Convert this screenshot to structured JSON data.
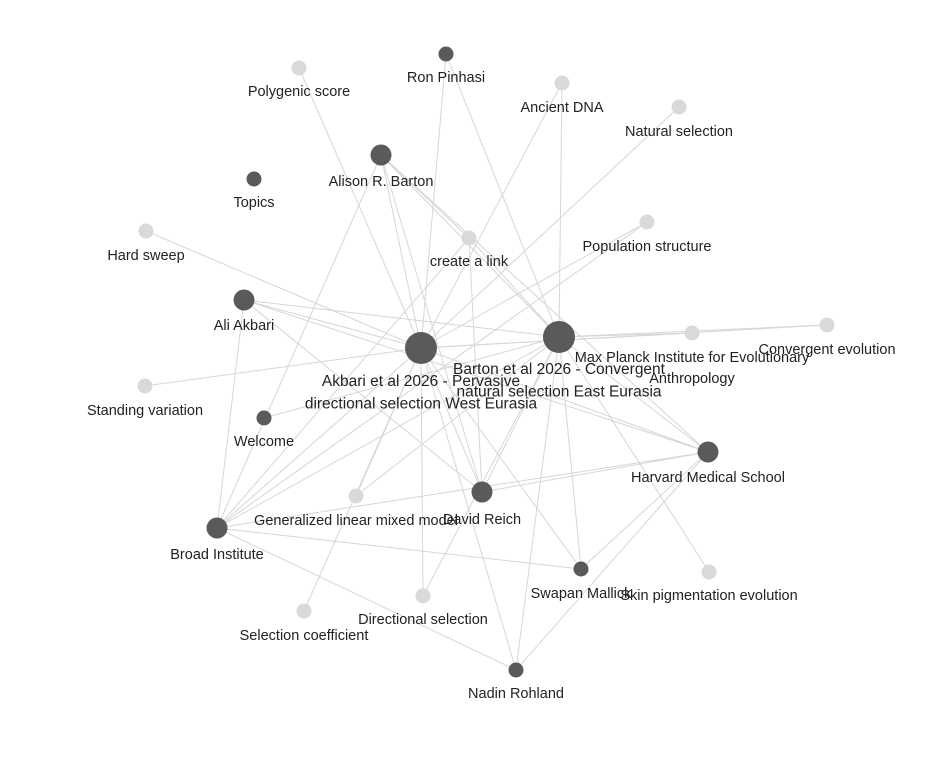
{
  "colors": {
    "page_node": "#5a5a5a",
    "tag_node": "#d9d9d9",
    "edge": "#d6d6d6",
    "label": "#222222",
    "background": "#ffffff"
  },
  "graph": {
    "nodes": [
      {
        "id": "akbari_paper",
        "label": "Akbari et al 2026 - Pervasive\ndirectional selection West Eurasia",
        "kind": "page",
        "size": "large"
      },
      {
        "id": "barton_paper",
        "label": "Barton et al 2026 - Convergent\nnatural selection East Eurasia",
        "kind": "page",
        "size": "large"
      },
      {
        "id": "ron_pinhasi",
        "label": "Ron Pinhasi",
        "kind": "page",
        "size": "small"
      },
      {
        "id": "alison_barton",
        "label": "Alison R. Barton",
        "kind": "page",
        "size": "medium"
      },
      {
        "id": "topics",
        "label": "Topics",
        "kind": "page",
        "size": "small"
      },
      {
        "id": "ali_akbari",
        "label": "Ali Akbari",
        "kind": "page",
        "size": "medium"
      },
      {
        "id": "welcome",
        "label": "Welcome",
        "kind": "page",
        "size": "small"
      },
      {
        "id": "broad",
        "label": "Broad Institute",
        "kind": "page",
        "size": "medium"
      },
      {
        "id": "david_reich",
        "label": "David Reich",
        "kind": "page",
        "size": "medium"
      },
      {
        "id": "harvard",
        "label": "Harvard Medical School",
        "kind": "page",
        "size": "medium"
      },
      {
        "id": "swapan",
        "label": "Swapan Mallick",
        "kind": "page",
        "size": "small"
      },
      {
        "id": "nadin",
        "label": "Nadin Rohland",
        "kind": "page",
        "size": "small"
      },
      {
        "id": "polygenic",
        "label": "Polygenic score",
        "kind": "tag",
        "size": "small"
      },
      {
        "id": "ancient_dna",
        "label": "Ancient DNA",
        "kind": "tag",
        "size": "small"
      },
      {
        "id": "natural_selection",
        "label": "Natural selection",
        "kind": "tag",
        "size": "small"
      },
      {
        "id": "hard_sweep",
        "label": "Hard sweep",
        "kind": "tag",
        "size": "small"
      },
      {
        "id": "create_link",
        "label": "create a link",
        "kind": "tag",
        "size": "small"
      },
      {
        "id": "pop_structure",
        "label": "Population structure",
        "kind": "tag",
        "size": "small"
      },
      {
        "id": "max_planck",
        "label": "Max Planck Institute for Evolutionary\nAnthropology",
        "kind": "tag",
        "size": "small"
      },
      {
        "id": "convergent_evo",
        "label": "Convergent evolution",
        "kind": "tag",
        "size": "small"
      },
      {
        "id": "standing_var",
        "label": "Standing variation",
        "kind": "tag",
        "size": "small"
      },
      {
        "id": "glmm",
        "label": "Generalized linear mixed model",
        "kind": "tag",
        "size": "small"
      },
      {
        "id": "skin_pig",
        "label": "Skin pigmentation evolution",
        "kind": "tag",
        "size": "small"
      },
      {
        "id": "selection_coef",
        "label": "Selection coefficient",
        "kind": "tag",
        "size": "small"
      },
      {
        "id": "directional_sel",
        "label": "Directional selection",
        "kind": "tag",
        "size": "small"
      }
    ],
    "edges": [
      [
        "akbari_paper",
        "ron_pinhasi"
      ],
      [
        "akbari_paper",
        "alison_barton"
      ],
      [
        "akbari_paper",
        "ali_akbari"
      ],
      [
        "akbari_paper",
        "broad"
      ],
      [
        "akbari_paper",
        "david_reich"
      ],
      [
        "akbari_paper",
        "harvard"
      ],
      [
        "akbari_paper",
        "swapan"
      ],
      [
        "akbari_paper",
        "nadin"
      ],
      [
        "akbari_paper",
        "polygenic"
      ],
      [
        "akbari_paper",
        "ancient_dna"
      ],
      [
        "akbari_paper",
        "natural_selection"
      ],
      [
        "akbari_paper",
        "hard_sweep"
      ],
      [
        "akbari_paper",
        "pop_structure"
      ],
      [
        "akbari_paper",
        "standing_var"
      ],
      [
        "akbari_paper",
        "glmm"
      ],
      [
        "akbari_paper",
        "selection_coef"
      ],
      [
        "akbari_paper",
        "directional_sel"
      ],
      [
        "akbari_paper",
        "convergent_evo"
      ],
      [
        "akbari_paper",
        "max_planck"
      ],
      [
        "barton_paper",
        "ron_pinhasi"
      ],
      [
        "barton_paper",
        "alison_barton"
      ],
      [
        "barton_paper",
        "ali_akbari"
      ],
      [
        "barton_paper",
        "broad"
      ],
      [
        "barton_paper",
        "david_reich"
      ],
      [
        "barton_paper",
        "harvard"
      ],
      [
        "barton_paper",
        "swapan"
      ],
      [
        "barton_paper",
        "nadin"
      ],
      [
        "barton_paper",
        "ancient_dna"
      ],
      [
        "barton_paper",
        "create_link"
      ],
      [
        "barton_paper",
        "skin_pig"
      ],
      [
        "barton_paper",
        "convergent_evo"
      ],
      [
        "barton_paper",
        "max_planck"
      ],
      [
        "barton_paper",
        "directional_sel"
      ],
      [
        "barton_paper",
        "glmm"
      ],
      [
        "barton_paper",
        "welcome"
      ],
      [
        "create_link",
        "alison_barton"
      ],
      [
        "create_link",
        "david_reich"
      ],
      [
        "create_link",
        "broad"
      ],
      [
        "alison_barton",
        "broad"
      ],
      [
        "alison_barton",
        "david_reich"
      ],
      [
        "alison_barton",
        "harvard"
      ],
      [
        "ali_akbari",
        "broad"
      ],
      [
        "ali_akbari",
        "harvard"
      ],
      [
        "ali_akbari",
        "david_reich"
      ],
      [
        "broad",
        "harvard"
      ],
      [
        "broad",
        "swapan"
      ],
      [
        "broad",
        "nadin"
      ],
      [
        "broad",
        "pop_structure"
      ],
      [
        "david_reich",
        "harvard"
      ],
      [
        "harvard",
        "swapan"
      ],
      [
        "harvard",
        "nadin"
      ]
    ]
  }
}
